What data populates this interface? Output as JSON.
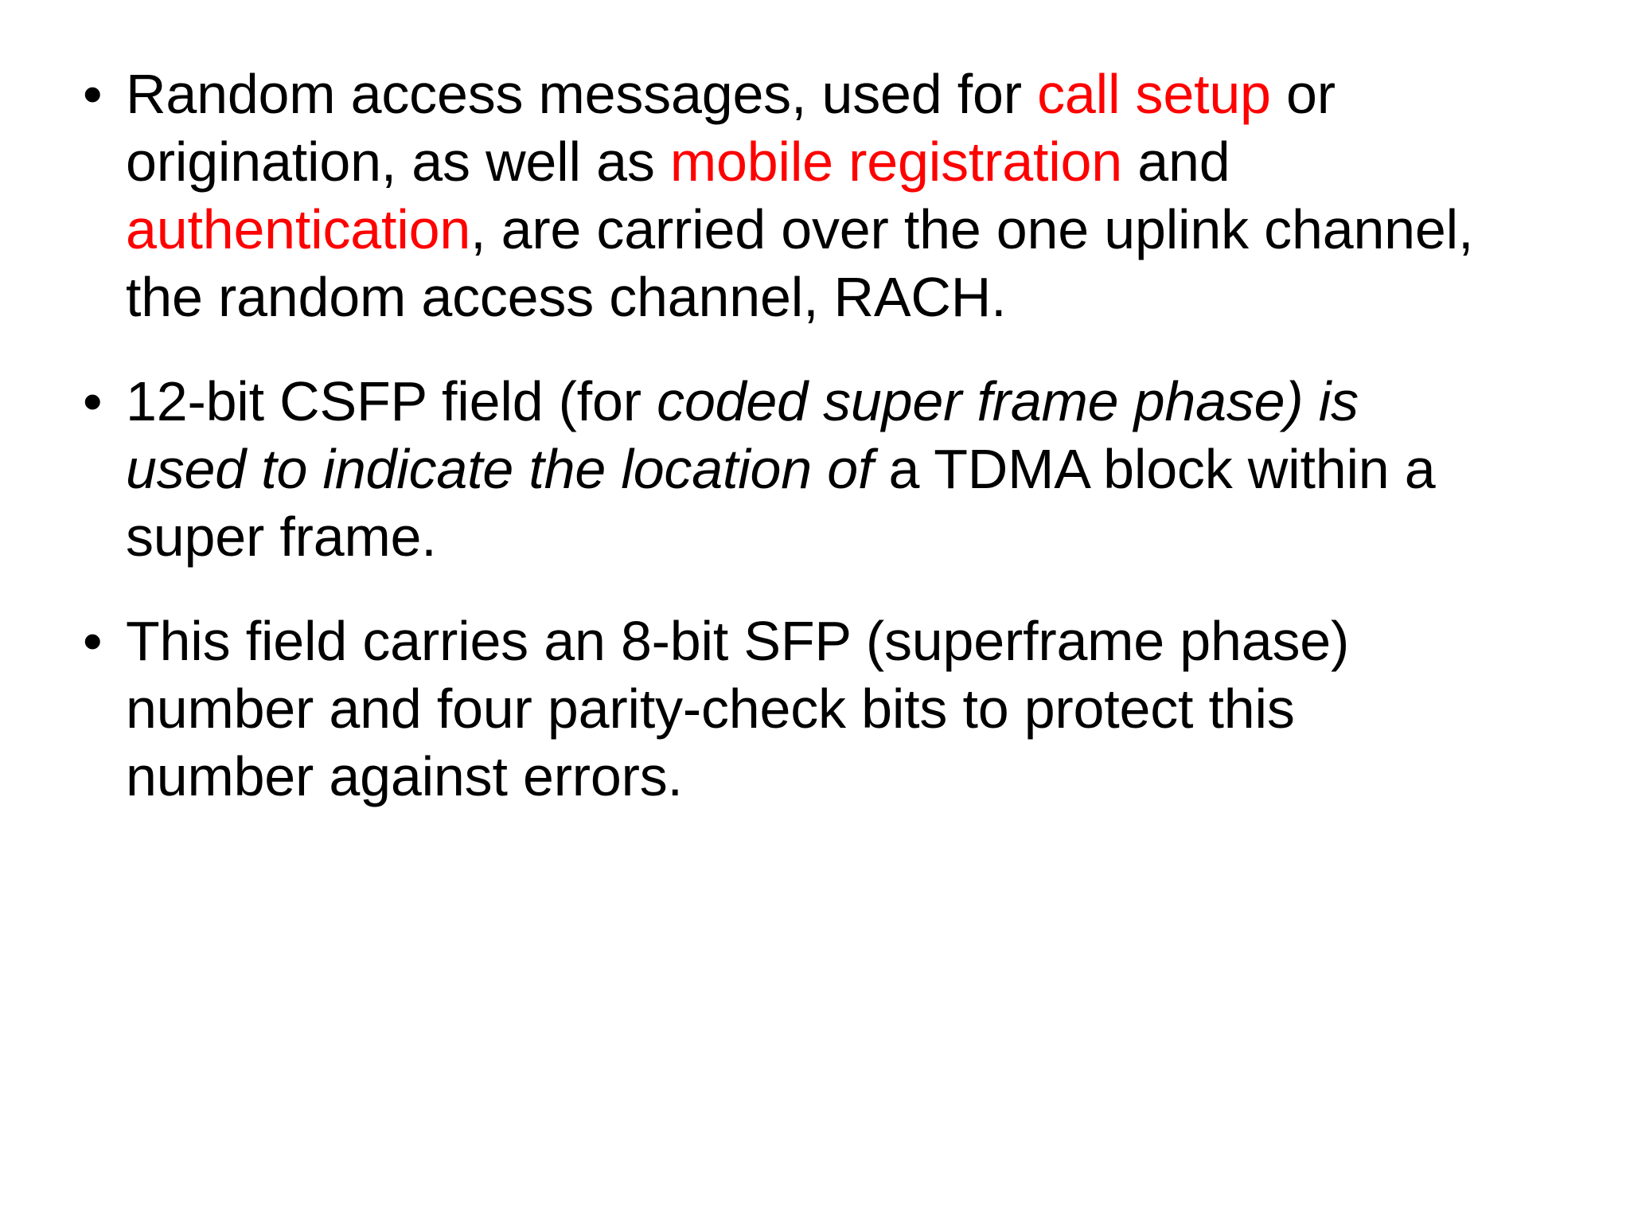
{
  "slide": {
    "background_color": "#FFFFFF",
    "text_color": "#000000",
    "highlight_color": "#FF0000",
    "bullet_glyph": "•"
  },
  "bullets": [
    {
      "marker": "•",
      "runs": [
        {
          "text": "Random access messages, used for ",
          "style": "normal"
        },
        {
          "text": "call setup",
          "style": "red"
        },
        {
          "text": " or origination, as well as ",
          "style": "normal"
        },
        {
          "text": "mobile registration",
          "style": "red"
        },
        {
          "text": " and ",
          "style": "normal"
        },
        {
          "text": "authentication",
          "style": "red"
        },
        {
          "text": ", are carried over the one uplink channel, the random access channel, RACH.",
          "style": "normal"
        }
      ],
      "plain": "Random access messages, used for call setup or origination, as well as mobile registration and authentication, are carried over the one uplink channel, the random access channel, RACH."
    },
    {
      "marker": "•",
      "runs": [
        {
          "text": "12-bit CSFP field (for ",
          "style": "normal"
        },
        {
          "text": "coded super frame phase) is used to indicate the location of",
          "style": "italic"
        },
        {
          "text": " a TDMA block within a super frame.",
          "style": "normal"
        }
      ],
      "plain": "12-bit CSFP field (for coded super frame phase) is used to indicate the location of a TDMA block within a super frame."
    },
    {
      "marker": "•",
      "runs": [
        {
          "text": "This field carries an 8-bit SFP (superframe phase) number and four parity-check bits to protect this number against errors.",
          "style": "normal"
        }
      ],
      "plain": "This field carries an 8-bit SFP (superframe phase) number and four parity-check bits to protect this number against errors."
    }
  ],
  "bullet_1": {
    "marker": "•",
    "run_0": "Random access messages, used for ",
    "run_1": "call setup",
    "run_2": " or origination, as well as ",
    "run_3": "mobile registration",
    "run_4": " and ",
    "run_5": "authentication",
    "run_6": ", are carried over the one uplink channel, the random access channel, RACH."
  },
  "bullet_2": {
    "marker": "•",
    "run_0": "12-bit CSFP field (for ",
    "run_1": "coded super frame phase) is used to indicate the location of",
    "run_2": " a TDMA block within a super frame."
  },
  "bullet_3": {
    "marker": "•",
    "run_0": "This field carries an 8-bit SFP (superframe phase) number and four parity-check bits to protect this number against errors."
  }
}
